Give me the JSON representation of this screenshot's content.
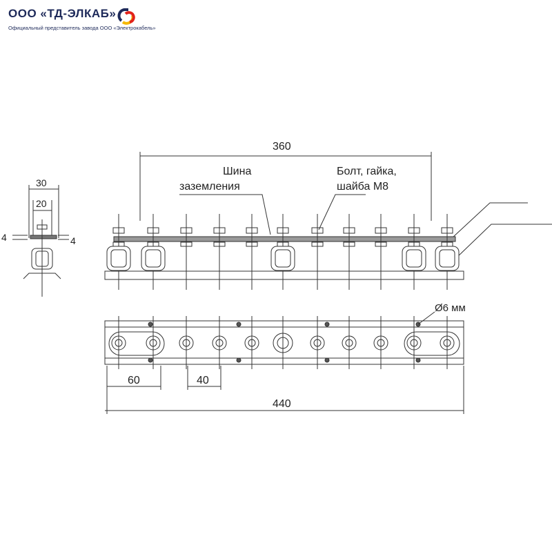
{
  "header": {
    "company": "ООО «ТД-ЭЛКАБ»",
    "tagline": "Официальный представитель завода ООО «Электрокабель»"
  },
  "drawing": {
    "dim_30": "30",
    "dim_20": "20",
    "dim_4_left": "4",
    "dim_4_right": "4",
    "dim_360": "360",
    "label_bus_1": "Шина",
    "label_bus_2": "заземления",
    "label_bolt_1": "Болт, гайка,",
    "label_bolt_2": "шайба М8",
    "dim_hole": "Ø6 мм",
    "dim_60": "60",
    "dim_40": "40",
    "dim_440": "440"
  },
  "colors": {
    "brand": "#1e2a5a",
    "logo_yellow": "#f5b800",
    "logo_red": "#e2231a",
    "line": "#333333"
  }
}
